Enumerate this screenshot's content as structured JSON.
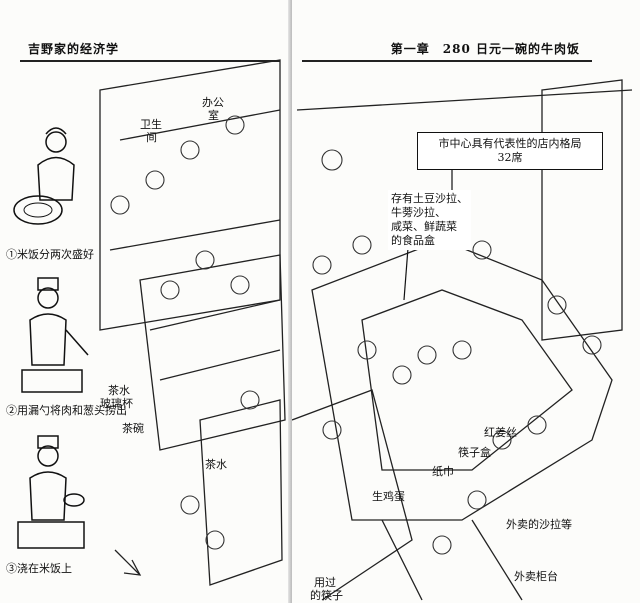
{
  "header": {
    "left_title": "吉野家的经济学",
    "right_title": "第一章　280 日元一碗的牛肉饭"
  },
  "steps": [
    "①米饭分两次盛好",
    "②用漏勺将肉和葱头捞出",
    "③浇在米饭上"
  ],
  "callouts": {
    "main_box": "市中心具有代表性的店内格局",
    "seats": "32席",
    "food_box_lines": [
      "存有土豆沙拉、",
      "牛蒡沙拉、",
      "咸菜、鲜蔬菜",
      "的食品盒"
    ]
  },
  "labels": {
    "restroom_line1": "卫生",
    "restroom_line2": "间",
    "office_line1": "办公",
    "office_line2": "室",
    "tea_glass_line1": "茶水",
    "tea_glass_line2": "玻璃杯",
    "tea_bowl": "茶碗",
    "tea": "茶水",
    "red_ginger": "红姜丝",
    "chopstick_box": "筷子盒",
    "napkin": "纸巾",
    "raw_egg": "生鸡蛋",
    "takeout_salad": "外卖的沙拉等",
    "takeout_counter": "外卖柜台",
    "used_chopsticks_line1": "用过",
    "used_chopsticks_line2": "的筷子"
  }
}
